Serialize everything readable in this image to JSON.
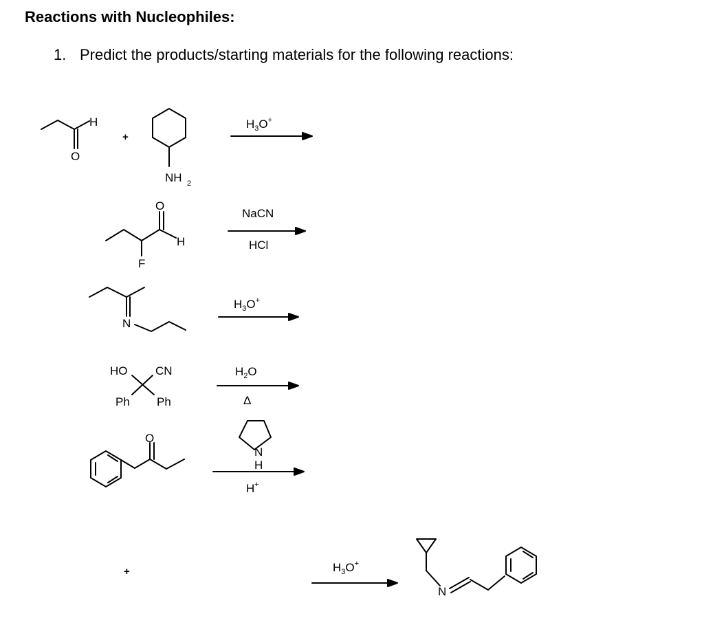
{
  "title": "Reactions with Nucleophiles:",
  "question": {
    "number": "1.",
    "text": "Predict the products/starting materials for the following reactions:"
  },
  "plus_sign": "+",
  "atoms": {
    "H": "H",
    "F": "F",
    "N": "N",
    "NH": "NH",
    "sub_2": "2",
    "HO": "HO",
    "CN": "CN",
    "Ph": "Ph"
  },
  "reagents": {
    "r1_above": {
      "main": "H",
      "sub": "3",
      "tail": "O",
      "sup": "+"
    },
    "r2_above": "NaCN",
    "r2_below": "HCl",
    "r3_above": {
      "main": "H",
      "sub": "3",
      "tail": "O",
      "sup": "+"
    },
    "r4_above": {
      "main": "H",
      "sub": "2",
      "tail": "O"
    },
    "r4_below": "Δ",
    "r5_below": {
      "main": "H",
      "sup": "+"
    },
    "r6_above": {
      "main": "H",
      "sub": "3",
      "tail": "O",
      "sup": "+"
    }
  }
}
